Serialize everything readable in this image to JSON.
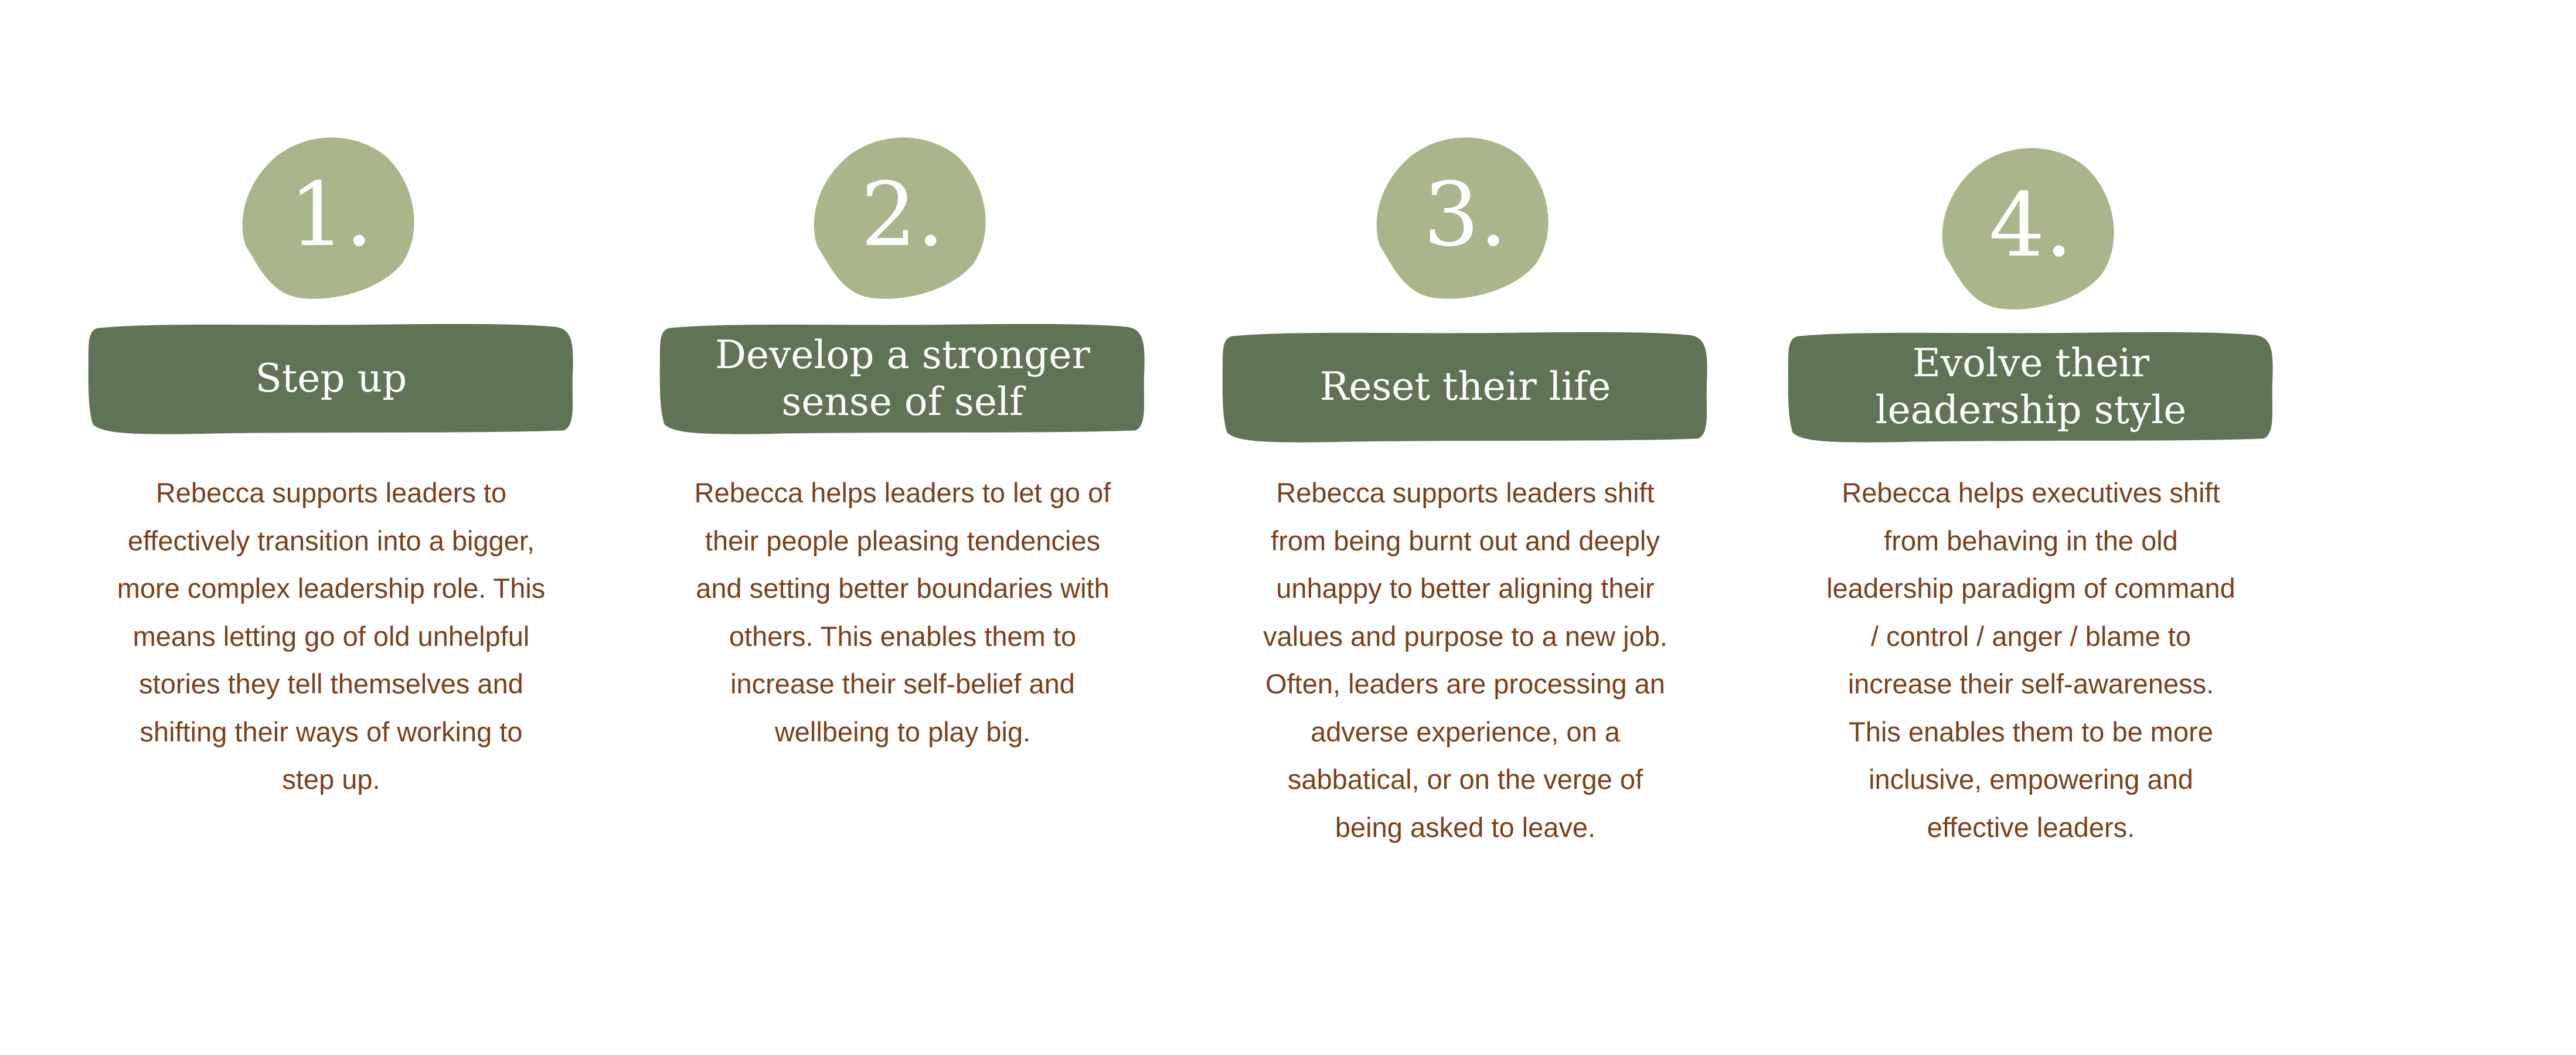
{
  "colors": {
    "blob": "#a9b58a",
    "banner": "#5e7455",
    "text": "#7b3f1a"
  },
  "steps": [
    {
      "number": "1.",
      "title_lines": [
        "Step up"
      ],
      "body_lines": [
        "Rebecca supports leaders to",
        "effectively transition into a bigger,",
        "more complex leadership role. This",
        "means letting go of old unhelpful",
        "stories they tell themselves and",
        "shifting their ways of working to",
        "step up."
      ]
    },
    {
      "number": "2.",
      "title_lines": [
        "Develop a stronger",
        "sense  of self"
      ],
      "body_lines": [
        "Rebecca helps leaders to let go of",
        "their people pleasing tendencies",
        "and setting better boundaries with",
        "others. This enables them to",
        "increase their self-belief and",
        "wellbeing to play big."
      ]
    },
    {
      "number": "3.",
      "title_lines": [
        "Reset their life"
      ],
      "body_lines": [
        "Rebecca supports leaders shift",
        "from being burnt out and deeply",
        "unhappy to better aligning their",
        "values and purpose to a new job.",
        "Often, leaders are processing an",
        "adverse experience, on a",
        "sabbatical, or on the verge of",
        "being asked to leave."
      ]
    },
    {
      "number": "4.",
      "title_lines": [
        "Evolve their",
        "leadership style"
      ],
      "body_lines": [
        "Rebecca helps executives shift",
        "from behaving in the old",
        "leadership paradigm of command",
        "/ control / anger / blame to",
        "increase their self-awareness.",
        "This enables them to be more",
        "inclusive, empowering and",
        "effective leaders."
      ]
    }
  ]
}
